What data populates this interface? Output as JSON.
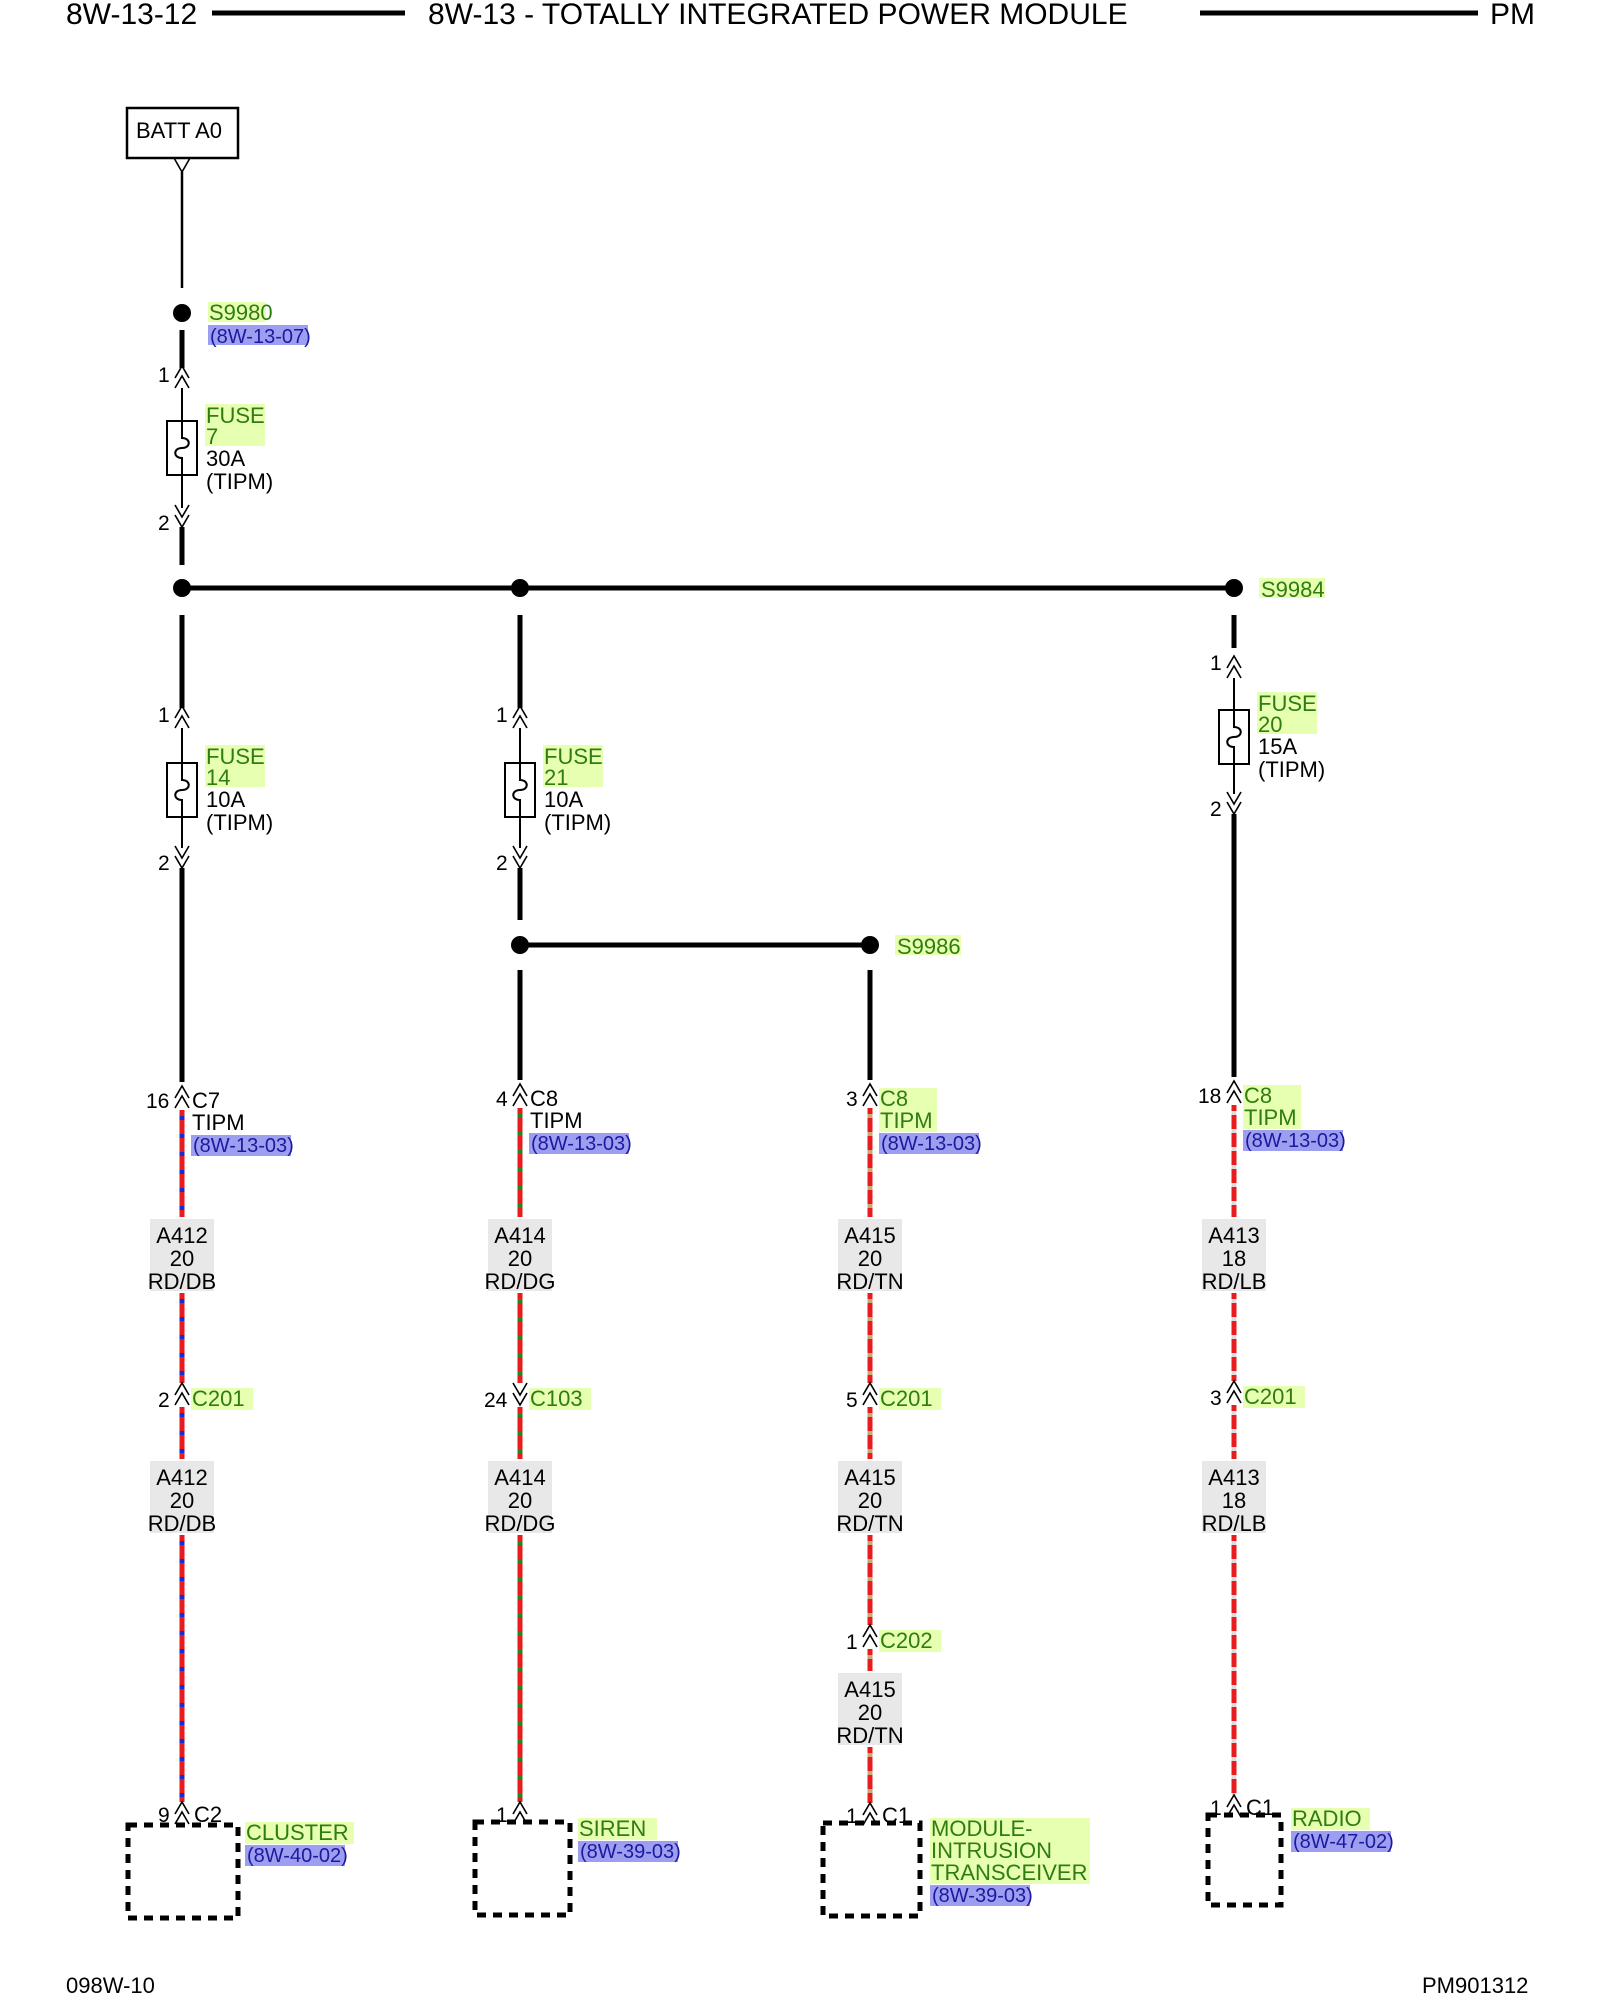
{
  "header": {
    "left": "8W-13-12",
    "title": "8W-13 - TOTALLY INTEGRATED POWER MODULE",
    "right": "PM"
  },
  "footer": {
    "left": "098W-10",
    "right": "PM901312"
  },
  "source": {
    "label": "BATT A0"
  },
  "splices": {
    "s9980": {
      "name": "S9980",
      "ref": "(8W-13-07)"
    },
    "s9984": {
      "name": "S9984"
    },
    "s9986": {
      "name": "S9986"
    }
  },
  "fuses": {
    "f7": {
      "line1": "FUSE",
      "line2": "7",
      "rating": "30A",
      "loc": "(TIPM)",
      "pin_in": "1",
      "pin_out": "2"
    },
    "f14": {
      "line1": "FUSE",
      "line2": "14",
      "rating": "10A",
      "loc": "(TIPM)",
      "pin_in": "1",
      "pin_out": "2"
    },
    "f21": {
      "line1": "FUSE",
      "line2": "21",
      "rating": "10A",
      "loc": "(TIPM)",
      "pin_in": "1",
      "pin_out": "2"
    },
    "f20": {
      "line1": "FUSE",
      "line2": "20",
      "rating": "15A",
      "loc": "(TIPM)",
      "pin_in": "1",
      "pin_out": "2"
    }
  },
  "circuits": [
    {
      "tipm_pin": "16",
      "tipm_conn": "C7",
      "tipm_name": "TIPM",
      "tipm_ref": "(8W-13-03)",
      "wire1": {
        "circuit": "A412",
        "gauge": "20",
        "color": "RD/DB"
      },
      "inline1": {
        "pin": "2",
        "name": "C201"
      },
      "wire2": {
        "circuit": "A412",
        "gauge": "20",
        "color": "RD/DB"
      },
      "end_pin": "9",
      "end_conn": "C2",
      "module": {
        "name": "CLUSTER",
        "ref": "(8W-40-02)"
      },
      "stripe": "#1a2ad0"
    },
    {
      "tipm_pin": "4",
      "tipm_conn": "C8",
      "tipm_name": "TIPM",
      "tipm_ref": "(8W-13-03)",
      "wire1": {
        "circuit": "A414",
        "gauge": "20",
        "color": "RD/DG"
      },
      "inline1": {
        "pin": "24",
        "name": "C103"
      },
      "wire2": {
        "circuit": "A414",
        "gauge": "20",
        "color": "RD/DG"
      },
      "end_pin": "1",
      "end_conn": "",
      "module": {
        "name": "SIREN",
        "ref": "(8W-39-03)"
      },
      "stripe": "#1f8a1f"
    },
    {
      "tipm_pin": "3",
      "tipm_conn": "C8",
      "tipm_name": "TIPM",
      "tipm_ref": "(8W-13-03)",
      "wire1": {
        "circuit": "A415",
        "gauge": "20",
        "color": "RD/TN"
      },
      "inline1": {
        "pin": "5",
        "name": "C201"
      },
      "wire2": {
        "circuit": "A415",
        "gauge": "20",
        "color": "RD/TN"
      },
      "inline2": {
        "pin": "1",
        "name": "C202"
      },
      "wire3": {
        "circuit": "A415",
        "gauge": "20",
        "color": "RD/TN"
      },
      "end_pin": "1",
      "end_conn": "C1",
      "module": {
        "line1": "MODULE-",
        "line2": "INTRUSION",
        "line3": "TRANSCEIVER",
        "ref": "(8W-39-03)"
      },
      "stripe": "#c8a878"
    },
    {
      "tipm_pin": "18",
      "tipm_conn": "C8",
      "tipm_name": "TIPM",
      "tipm_ref": "(8W-13-03)",
      "wire1": {
        "circuit": "A413",
        "gauge": "18",
        "color": "RD/LB"
      },
      "inline1": {
        "pin": "3",
        "name": "C201"
      },
      "wire2": {
        "circuit": "A413",
        "gauge": "18",
        "color": "RD/LB"
      },
      "end_pin": "1",
      "end_conn": "C1",
      "module": {
        "name": "RADIO",
        "ref": "(8W-47-02)"
      },
      "stripe": "#dcdcdc"
    }
  ],
  "colors": {
    "green_highlight": "#e6ffb0",
    "blue_highlight": "#9e9ef0",
    "wire_base": "#e81c1c",
    "label_bg": "#e8e8e8"
  }
}
